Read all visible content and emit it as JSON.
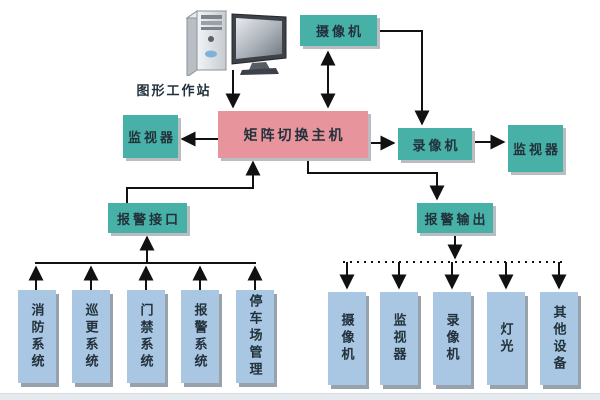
{
  "diagram": {
    "workstation": {
      "label": "图形工作站",
      "icon": "desktop-computer-icon"
    },
    "nodes": {
      "camera_top": "摄像机",
      "matrix_host": "矩阵切换主机",
      "monitor_left": "监视器",
      "recorder": "录像机",
      "monitor_right": "监视器",
      "alarm_interface": "报警接口",
      "alarm_output": "报警输出"
    },
    "alarm_input_systems": [
      "消防系统",
      "巡更系统",
      "门禁系统",
      "报警系统",
      "停车场管理"
    ],
    "alarm_output_devices": [
      "摄像机",
      "监视器",
      "录像机",
      "灯光",
      "其他设备"
    ],
    "connections": [
      {
        "from": "workstation",
        "to": "matrix_host",
        "style": "arrow"
      },
      {
        "from": "camera_top",
        "to": "matrix_host",
        "style": "double-arrow"
      },
      {
        "from": "camera_top",
        "to": "recorder",
        "style": "arrow"
      },
      {
        "from": "matrix_host",
        "to": "recorder",
        "style": "arrow"
      },
      {
        "from": "recorder",
        "to": "monitor_right",
        "style": "arrow"
      },
      {
        "from": "matrix_host",
        "to": "monitor_left",
        "style": "arrow"
      },
      {
        "from": "alarm_interface",
        "to": "matrix_host",
        "style": "arrow"
      },
      {
        "from": "matrix_host",
        "to": "alarm_output",
        "style": "arrow"
      },
      {
        "from": "alarm_input_systems",
        "to": "alarm_interface",
        "style": "solid-bus-arrows"
      },
      {
        "from": "alarm_output",
        "to": "alarm_output_devices",
        "style": "dotted-bus-arrows"
      }
    ],
    "colors": {
      "node_teal": "#47b1a7",
      "node_pink": "#e8949c",
      "node_blue": "#a9c7e2",
      "connector": "#111111",
      "shadow_gray": "#b9bdc2",
      "shadow_blue": "#98a2ac"
    }
  }
}
